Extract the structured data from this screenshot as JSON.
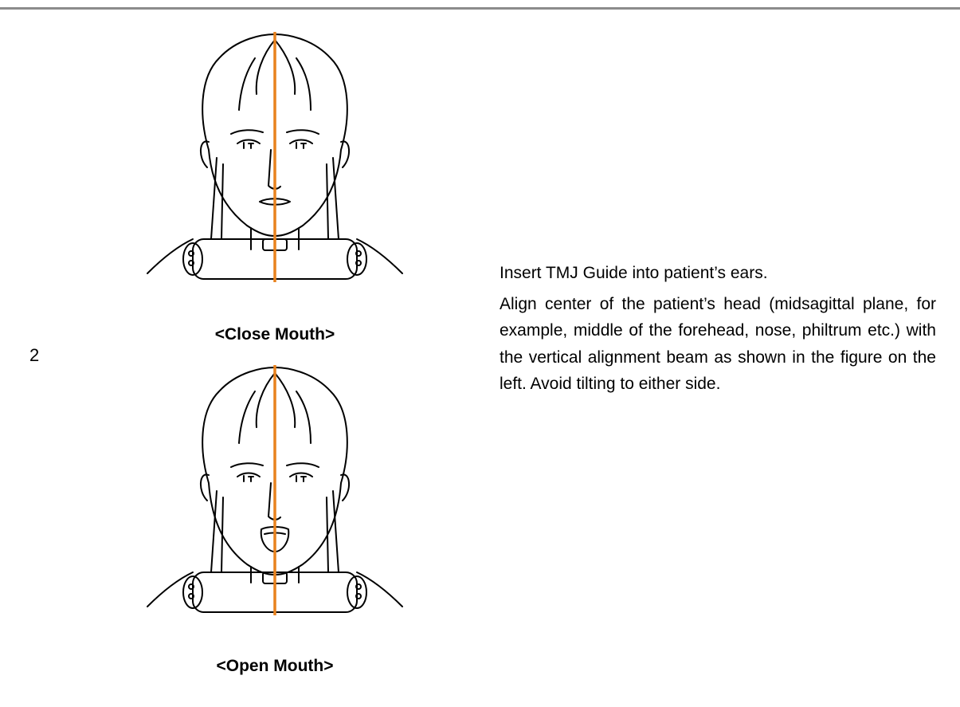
{
  "step": {
    "number": "2"
  },
  "figures": [
    {
      "caption": "<Close Mouth>",
      "mouth": "closed",
      "beam_color": "#e8821e"
    },
    {
      "caption": "<Open Mouth>",
      "mouth": "open",
      "beam_color": "#e8821e"
    }
  ],
  "instructions": {
    "line1": "Insert TMJ Guide into patient’s ears.",
    "line2": "Align center of the patient’s head (midsagittal plane, for example, middle of the forehead, nose, philtrum etc.) with the vertical alignment beam as shown in the figure on the left. Avoid tilting to either side."
  },
  "colors": {
    "rule": "#8c8c8c",
    "beam": "#e8821e",
    "ink": "#000000"
  }
}
